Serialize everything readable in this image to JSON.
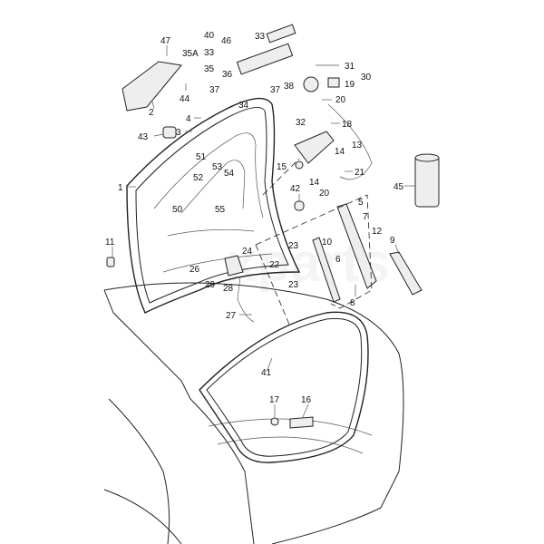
{
  "diagram": {
    "callouts": [
      "47",
      "35A",
      "40",
      "46",
      "33",
      "33",
      "35",
      "36",
      "37",
      "34",
      "37",
      "38",
      "31",
      "30",
      "19",
      "20",
      "32",
      "18",
      "13",
      "14",
      "15",
      "14",
      "21",
      "20",
      "2",
      "44",
      "4",
      "3",
      "43",
      "51",
      "53",
      "54",
      "52",
      "50",
      "55",
      "1",
      "42",
      "45",
      "5",
      "7",
      "12",
      "9",
      "10",
      "23",
      "11",
      "24",
      "22",
      "6",
      "26",
      "29",
      "28",
      "23",
      "8",
      "27",
      "41",
      "17",
      "16"
    ],
    "watermark": "xparts"
  }
}
